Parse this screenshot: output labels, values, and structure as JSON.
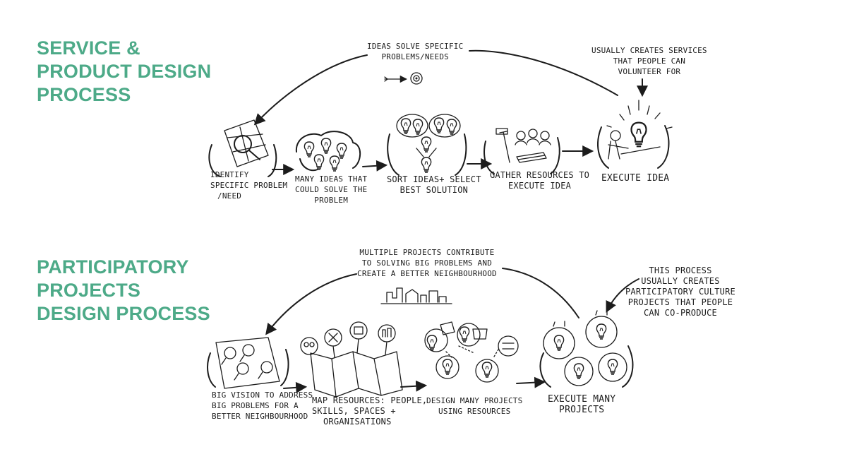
{
  "colors": {
    "accent": "#4daa88",
    "ink": "#1c1c1c",
    "background": "#ffffff"
  },
  "section1": {
    "title_lines": [
      "SERVICE &",
      "PRODUCT DESIGN",
      "PROCESS"
    ],
    "loop_note": [
      "IDEAS SOLVE SPECIFIC",
      "PROBLEMS/NEEDS"
    ],
    "side_note": [
      "USUALLY CREATES SERVICES",
      "THAT PEOPLE CAN",
      "VOLUNTEER FOR"
    ],
    "steps": [
      {
        "icon": "magnifier-map-icon",
        "lines": [
          "IDENTIFY",
          "SPECIFIC PROBLEM",
          "/NEED"
        ]
      },
      {
        "icon": "lightbulbs-icon",
        "lines": [
          "MANY IDEAS THAT",
          "COULD SOLVE THE",
          "PROBLEM"
        ]
      },
      {
        "icon": "sorted-lightbulbs-icon",
        "lines": [
          "SORT IDEAS+ SELECT",
          "BEST SOLUTION"
        ]
      },
      {
        "icon": "people-money-icon",
        "lines": [
          "GATHER RESOURCES TO",
          "EXECUTE IDEA"
        ]
      },
      {
        "icon": "person-lightbulb-icon",
        "lines": [
          "EXECUTE IDEA"
        ]
      }
    ]
  },
  "section2": {
    "title_lines": [
      "PARTICIPATORY",
      "PROJECTS",
      "DESIGN PROCESS"
    ],
    "loop_note": [
      "MULTIPLE PROJECTS CONTRIBUTE",
      "TO SOLVING BIG PROBLEMS AND",
      "CREATE A BETTER NEIGHBOURHOOD"
    ],
    "side_note": [
      "THIS PROCESS",
      "USUALLY CREATES",
      "PARTICIPATORY CULTURE",
      "PROJECTS THAT PEOPLE",
      "CAN CO-PRODUCE"
    ],
    "steps": [
      {
        "icon": "big-vision-map-icon",
        "lines": [
          "BIG VISION TO ADDRESS",
          "BIG PROBLEMS FOR A",
          "BETTER NEIGHBOURHOOD"
        ]
      },
      {
        "icon": "resource-map-icon",
        "lines": [
          "MAP RESOURCES: PEOPLE,",
          "SKILLS, SPACES +",
          "ORGANISATIONS"
        ]
      },
      {
        "icon": "projects-cluster-icon",
        "lines": [
          "DESIGN MANY PROJECTS",
          "USING RESOURCES"
        ]
      },
      {
        "icon": "many-lightbulbs-icon",
        "lines": [
          "EXECUTE MANY",
          "PROJECTS"
        ]
      }
    ]
  }
}
